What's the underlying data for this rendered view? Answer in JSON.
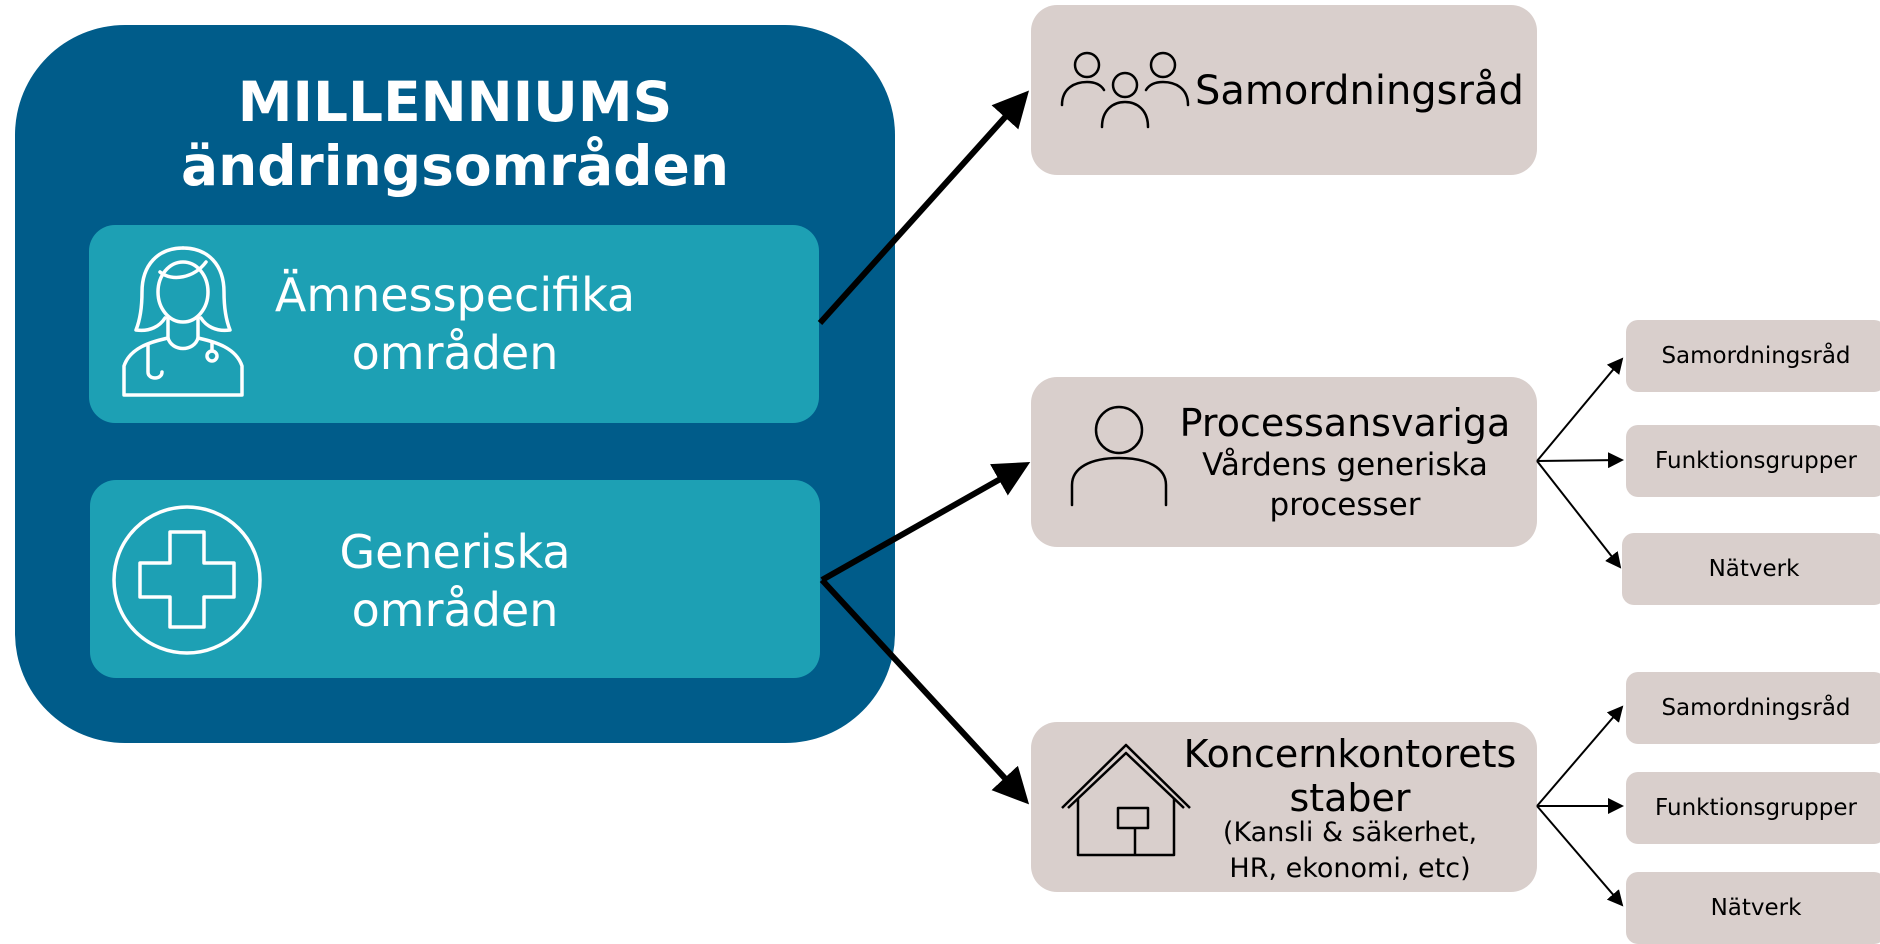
{
  "main": {
    "title_line1": "MILLENNIUMS",
    "title_line2": "ändringsområden",
    "areas": [
      {
        "line1": "Ämnesspecifika",
        "line2": "områden",
        "icon": "doctor-icon"
      },
      {
        "line1": "Generiska",
        "line2": "områden",
        "icon": "medical-cross-icon"
      }
    ]
  },
  "targets": {
    "samordningsrad": {
      "label": "Samordningsråd",
      "icon": "group-icon"
    },
    "processansvariga": {
      "title": "Processansvariga",
      "sub_line1": "Vårdens generiska",
      "sub_line2": "processer",
      "icon": "person-icon"
    },
    "koncernkontoret": {
      "title_line1": "Koncernkontorets",
      "title_line2": "staber",
      "sub_line1": "(Kansli & säkerhet,",
      "sub_line2": "HR, ekonomi, etc)",
      "icon": "house-icon"
    }
  },
  "process_children": [
    "Samordningsråd",
    "Funktionsgrupper",
    "Nätverk"
  ],
  "koncern_children": [
    "Samordningsråd",
    "Funktionsgrupper",
    "Nätverk"
  ],
  "colors": {
    "main_blue": "#005c8a",
    "teal": "#1da0b4",
    "grey_box": "#d9cfcc",
    "text_dark": "#000000",
    "text_light": "#ffffff"
  }
}
